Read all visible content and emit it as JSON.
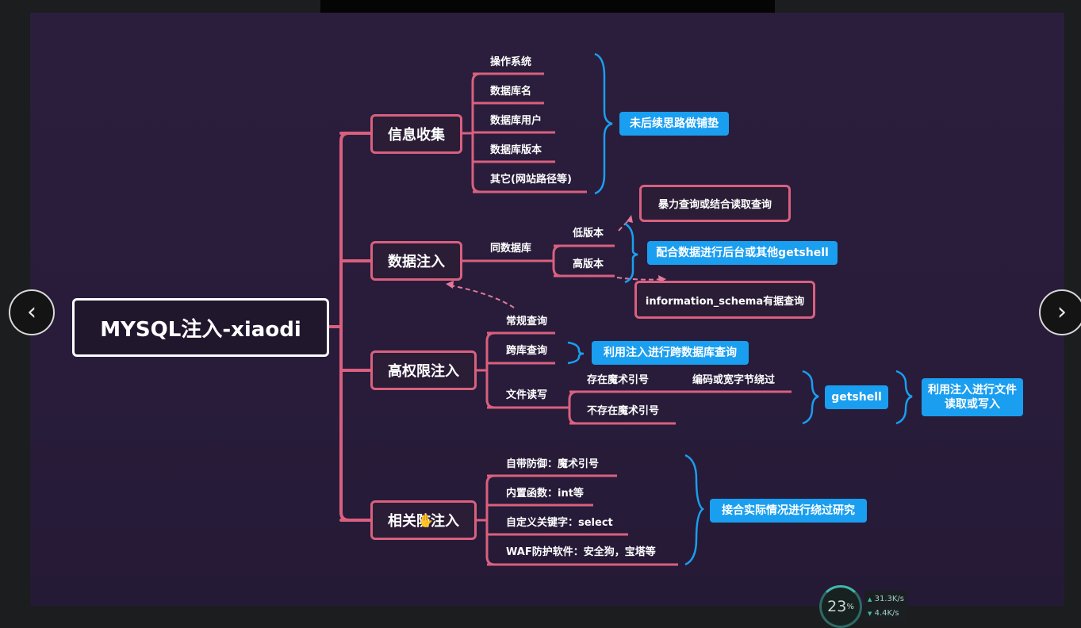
{
  "diagram": {
    "root": "MYSQL注入-xiaodi",
    "branches": {
      "info": "信息收集",
      "data": "数据注入",
      "priv": "高权限注入",
      "defense": "相关防注入"
    },
    "info_items": [
      "操作系统",
      "数据库名",
      "数据库用户",
      "数据库版本",
      "其它(网站路径等)"
    ],
    "info_badge": "未后续思路做铺垫",
    "data_items": {
      "same_db": "同数据库",
      "low": "低版本",
      "high": "高版本",
      "brute": "暴力查询或结合读取查询",
      "getshell": "配合数据进行后台或其他getshell",
      "schema": "information_schema有据查询"
    },
    "priv_items": {
      "normal": "常规查询",
      "cross": "跨库查询",
      "cross_badge": "利用注入进行跨数据库查询",
      "file": "文件读写",
      "magic": "存在魔术引号",
      "bypass": "编码或宽字节绕过",
      "no_magic": "不存在魔术引号",
      "getshell": "getshell",
      "file_badge": "利用注入进行文件读取或写入"
    },
    "defense_items": [
      "自带防御：魔术引号",
      "内置函数：int等",
      "自定义关键字：select",
      "WAF防护软件：安全狗，宝塔等"
    ],
    "defense_badge": "接合实际情况进行绕过研究"
  },
  "nav": {
    "prev": "‹",
    "next": "›"
  },
  "hud": {
    "percent": "23",
    "percent_unit": "%",
    "up": "31.3",
    "down": "4.4",
    "unit": "K/s",
    "up_icon": "▲",
    "down_icon": "▼"
  },
  "colors": {
    "line": "#d9607f",
    "badge": "#1a9ef0",
    "brace": "#1a9ef0",
    "background": "#281c3a"
  }
}
